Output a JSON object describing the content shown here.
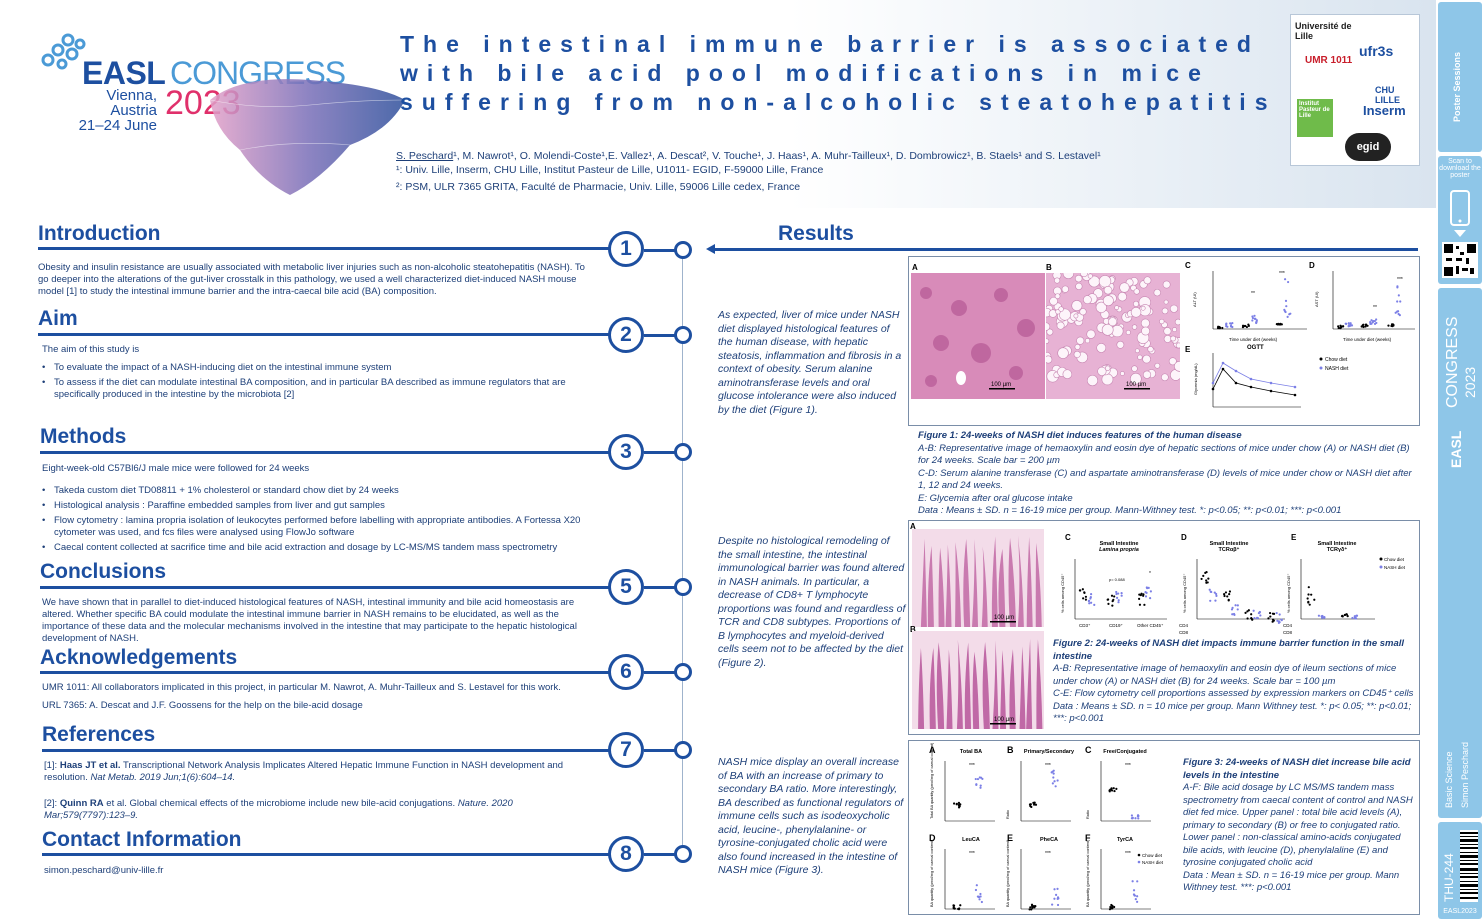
{
  "header": {
    "logo": {
      "brand": "EASL",
      "event": "CONGRESS",
      "city": "Vienna, Austria",
      "dates": "21–24 June",
      "year": "2023"
    },
    "title_lines": [
      "The intestinal immune barrier is associated",
      "with bile acid pool modifications in mice",
      "suffering from non-alcoholic steatohepatitis"
    ],
    "authors_lead": "S. Peschard",
    "authors_rest": "¹, M. Nawrot¹, O. Molendi-Coste¹,E. Vallez¹, A. Descat², V. Touche¹, J. Haas¹, A. Muhr-Tailleux¹, D. Dombrowicz¹, B. Staels¹ and S. Lestavel¹",
    "affiliations": [
      "¹: Univ. Lille, Inserm, CHU Lille, Institut Pasteur de Lille, U1011- EGID, F-59000 Lille, France",
      "²: PSM, ULR 7365 GRITA, Faculté de Pharmacie, Univ. Lille, 59006 Lille cedex, France"
    ],
    "partners": [
      "Université de Lille",
      "UMR 1011",
      "ufr3s",
      "CHU LILLE",
      "Inserm",
      "Institut Pasteur de Lille",
      "egid"
    ]
  },
  "sidebar": {
    "poster_label": "Poster Sessions",
    "scan_text": "Scan to download the poster",
    "brand": "EASL",
    "event": "CONGRESS",
    "year": "2023",
    "category": "Basic Science",
    "author": "Simon Peschard",
    "code": "THU-244",
    "tag": "EASL2023"
  },
  "sections": {
    "introduction": {
      "title": "Introduction",
      "num": "1",
      "text": "Obesity and insulin resistance are usually associated with metabolic liver injuries such as non-alcoholic steatohepatitis (NASH). To go deeper into the alterations of the gut-liver crosstalk in this pathology, we used a well characterized diet-induced NASH mouse model [1] to study the intestinal immune barrier and the intra-caecal bile acid (BA) composition."
    },
    "aim": {
      "title": "Aim",
      "num": "2",
      "lead": "The aim of this study is",
      "items": [
        "To evaluate the impact of a NASH-inducing diet on the intestinal immune system",
        "To assess if the diet can modulate intestinal BA composition, and in particular BA described as immune regulators that are specifically produced in the intestine by the microbiota [2]"
      ]
    },
    "methods": {
      "title": "Methods",
      "num": "3",
      "lead": "Eight-week-old C57Bl6/J male mice were followed for 24 weeks",
      "items": [
        "Takeda custom diet TD08811 + 1% cholesterol or standard chow diet by 24 weeks",
        "Histological analysis : Paraffine embedded samples from liver and gut samples",
        "Flow cytometry : lamina propria isolation of leukocytes performed before labelling with appropriate antibodies. A Fortessa X20 cytometer was used, and fcs files were analysed using FlowJo software",
        "Caecal content collected at sacrifice time and bile acid extraction and dosage by LC-MS/MS tandem mass spectrometry"
      ]
    },
    "conclusions": {
      "title": "Conclusions",
      "num": "5",
      "text": "We have shown that in parallel to diet-induced histological features of NASH, intestinal immunity and bile acid homeostasis are altered. Whether specific BA could modulate the intestinal immune barrier in NASH remains to be elucidated, as well as the importance of these data and the molecular mechanisms involved in the intestine that may participate to the hepatic histological development of NASH."
    },
    "acknowledgements": {
      "title": "Acknowledgements",
      "num": "6",
      "items": [
        "UMR 1011: All collaborators implicated in this project, in particular M. Nawrot, A. Muhr-Tailleux and S. Lestavel for this work.",
        "URL 7365: A. Descat and J.F. Goossens for the help on the bile-acid dosage"
      ]
    },
    "references": {
      "title": "References",
      "num": "7",
      "ref1_a": "[1]: ",
      "ref1_b": "Haas JT et al.",
      "ref1_c": " Transcriptional Network Analysis Implicates Altered Hepatic Immune Function in NASH development and resolution. ",
      "ref1_d": "Nat Metab. 2019 Jun;1(6):604–14.",
      "ref2_a": "[2]: ",
      "ref2_b": "Quinn RA",
      "ref2_c": " et al. Global chemical effects of the microbiome include new bile-acid conjugations. ",
      "ref2_d": "Nature. 2020 Mar;579(7797):123–9."
    },
    "contact": {
      "title": "Contact Information",
      "num": "8",
      "email": "simon.peschard@univ-lille.fr"
    },
    "results": {
      "title": "Results"
    }
  },
  "results": {
    "text1": "As expected, liver of mice under NASH diet displayed histological features of the human disease, with hepatic steatosis, inflammation and fibrosis in a context of obesity. Serum alanine aminotransferase levels and oral glucose intolerance were also induced by the diet (Figure 1).",
    "text2": "Despite no histological remodeling of the small intestine, the intestinal immunological barrier was found altered in NASH animals. In particular, a decrease of CD8+ T lymphocyte proportions was found and regardless of TCR and CD8 subtypes. Proportions of B lymphocytes and myeloid-derived cells seem not to be affected by the diet (Figure 2).",
    "text3": "NASH mice display an overall increase of BA with an increase of primary to secondary BA ratio. More interestingly, BA described as functional regulators of immune cells such as isodeoxycholic acid, leucine-, phenylalanine- or tyrosine-conjugated cholic acid were also found increased in the intestine of NASH mice (Figure 3)."
  },
  "figure1": {
    "caption_title": "Figure 1: 24-weeks of NASH diet induces features of the human disease",
    "caption_lines": [
      "A-B: Representative image of hemaoxylin and eosin dye of hepatic sections of mice under chow (A) or NASH diet (B) for 24 weeks. Scale bar = 200 µm",
      "C-D: Serum alanine transferase (C) and aspartate aminotransferase (D) levels of mice under chow or NASH diet after 1, 12 and 24 weeks.",
      "E: Glycemia after oral glucose intake",
      "Data : Means ± SD. n = 16-19 mice per group. Mann-Withney test. *: p<0.05; **: p<0.01; ***: p<0.001"
    ],
    "labels": {
      "a": "A",
      "b": "B",
      "c": "C",
      "d": "D",
      "e": "E"
    },
    "scale": "100 µm",
    "c_ylabel": "ALT (UI)",
    "d_ylabel": "AST (UI)",
    "xlabel": "Time under diet (weeks)",
    "e_title": "OGTT",
    "e_ylabel": "Glycemia (mg/dL)",
    "legend_chow": "Chow diet",
    "legend_nash": "NASH diet",
    "sig": {
      "two": "**",
      "three": "***"
    }
  },
  "figure2": {
    "caption_title": "Figure 2: 24-weeks of NASH diet impacts immune barrier function in the small intestine",
    "caption_lines": [
      "A-B: Representative image of hemaoxylin and eosin dye of ileum sections of mice under chow (A) or NASH diet (B) for 24 weeks. Scale bar = 100 µm",
      "C-E: Flow cytometry cell proportions assessed by expression markers on CD45⁺ cells",
      "Data : Means ± SD. n = 10 mice per group. Mann Withney test. *: p< 0.05; **: p<0.01; ***: p<0.001"
    ],
    "labels": {
      "a": "A",
      "b": "B",
      "c": "C",
      "d": "D",
      "e": "E"
    },
    "scale": "100 µm",
    "c_title": "Small Intestine",
    "c_sub": "Lamina propria",
    "d_title": "Small Intestine",
    "d_sub": "TCRαβ⁺",
    "e_title": "Small Intestine",
    "e_sub": "TCRγδ⁺",
    "ylabel": "% cells among CD45⁺",
    "c_cats": [
      "CD3⁺",
      "CD19⁺",
      "Other CD45⁺"
    ],
    "c_p": "p= 0.088",
    "c_star": "*",
    "cd4": "CD4",
    "cd8": "CD8"
  },
  "figure3": {
    "caption_title": "Figure 3: 24-weeks of NASH diet increase bile acid levels in the intestine",
    "caption_lines": [
      "A-F: Bile acid dosage by LC MS/MS tandem mass spectrometry from caecal content of control and NASH diet fed mice. Upper panel : total bile acid levels (A), primary to secondary (B) or free to conjugated ratio. Lower panel : non-classical amino-acids conjugated bile acids, with leucine (D), phenylalaline (E) and tyrosine conjugated cholic acid",
      "Data : Mean ± SD. n = 16-19 mice per group. Mann Withney test. ***: p<0.001"
    ],
    "labels": {
      "a": "A",
      "b": "B",
      "c": "C",
      "d": "D",
      "e": "E",
      "f": "F"
    },
    "titles": {
      "a": "Total BA",
      "b": "Primary/Secondary",
      "c": "Free/Conjugated",
      "d": "LeuCA",
      "e": "PheCA",
      "f": "TyrCA"
    },
    "ylabels": {
      "a": "Total BA quantity (pmol/mg of caecal content)",
      "ratio": "Ratio",
      "bq": "BA quantity (pmol/mg of caecal content)"
    },
    "legend_chow": "Chow diet",
    "legend_nash": "NASH diet",
    "sig": "***"
  },
  "colors": {
    "primary": "#1d4fa0",
    "accent": "#e0306b",
    "nash": "#7b7fe6",
    "chow": "#000000",
    "sidebar": "#8ec6e8"
  }
}
